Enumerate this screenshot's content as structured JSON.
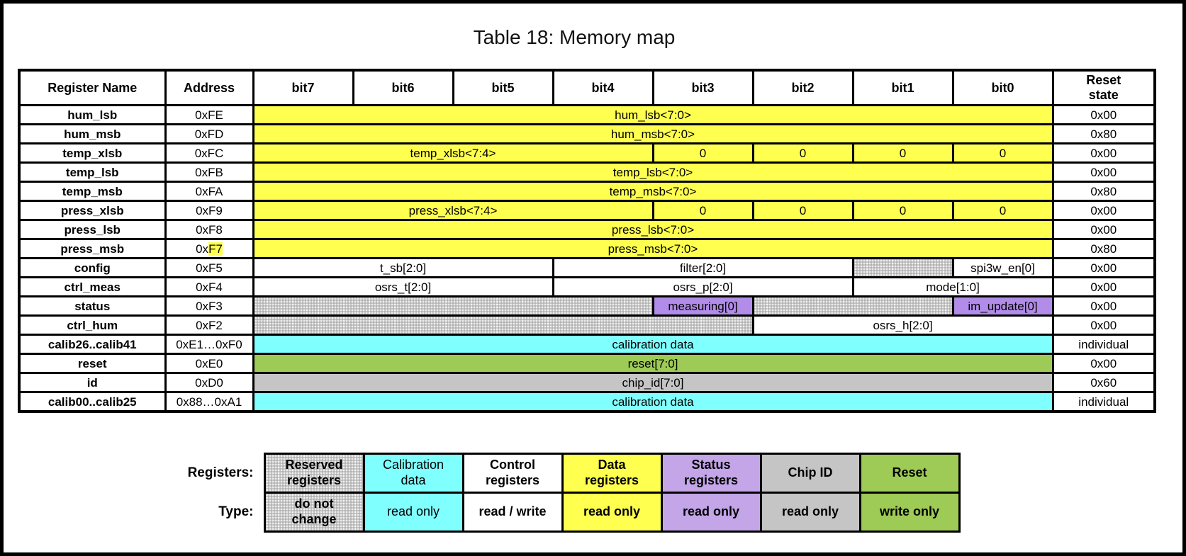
{
  "title": "Table 18: Memory map",
  "table": {
    "headers": [
      "Register Name",
      "Address",
      "bit7",
      "bit6",
      "bit5",
      "bit4",
      "bit3",
      "bit2",
      "bit1",
      "bit0",
      "Reset\nstate"
    ],
    "rows": [
      {
        "name": "hum_lsb",
        "address": "0xFE",
        "reset": "0x00",
        "cells": [
          {
            "label": "hum_lsb<7:0>",
            "span": 8,
            "type": "data"
          }
        ]
      },
      {
        "name": "hum_msb",
        "address": "0xFD",
        "reset": "0x80",
        "cells": [
          {
            "label": "hum_msb<7:0>",
            "span": 8,
            "type": "data"
          }
        ]
      },
      {
        "name": "temp_xlsb",
        "address": "0xFC",
        "reset": "0x00",
        "cells": [
          {
            "label": "temp_xlsb<7:4>",
            "span": 4,
            "type": "data"
          },
          {
            "label": "0",
            "span": 1,
            "type": "data"
          },
          {
            "label": "0",
            "span": 1,
            "type": "data"
          },
          {
            "label": "0",
            "span": 1,
            "type": "data"
          },
          {
            "label": "0",
            "span": 1,
            "type": "data"
          }
        ]
      },
      {
        "name": "temp_lsb",
        "address": "0xFB",
        "reset": "0x00",
        "cells": [
          {
            "label": "temp_lsb<7:0>",
            "span": 8,
            "type": "data"
          }
        ]
      },
      {
        "name": "temp_msb",
        "address": "0xFA",
        "reset": "0x80",
        "cells": [
          {
            "label": "temp_msb<7:0>",
            "span": 8,
            "type": "data"
          }
        ]
      },
      {
        "name": "press_xlsb",
        "address": "0xF9",
        "reset": "0x00",
        "cells": [
          {
            "label": "press_xlsb<7:4>",
            "span": 4,
            "type": "data"
          },
          {
            "label": "0",
            "span": 1,
            "type": "data"
          },
          {
            "label": "0",
            "span": 1,
            "type": "data"
          },
          {
            "label": "0",
            "span": 1,
            "type": "data"
          },
          {
            "label": "0",
            "span": 1,
            "type": "data"
          }
        ]
      },
      {
        "name": "press_lsb",
        "address": "0xF8",
        "reset": "0x00",
        "cells": [
          {
            "label": "press_lsb<7:0>",
            "span": 8,
            "type": "data"
          }
        ]
      },
      {
        "name": "press_msb",
        "address": "0xF7",
        "address_prefix": "0x",
        "address_hl": "F7",
        "reset": "0x80",
        "cells": [
          {
            "label": "press_msb<7:0>",
            "span": 8,
            "type": "data"
          }
        ]
      },
      {
        "name": "config",
        "address": "0xF5",
        "reset": "0x00",
        "cells": [
          {
            "label": "t_sb[2:0]",
            "span": 3,
            "type": "control"
          },
          {
            "label": "filter[2:0]",
            "span": 3,
            "type": "control"
          },
          {
            "label": "",
            "span": 1,
            "type": "reserved"
          },
          {
            "label": "spi3w_en[0]",
            "span": 1,
            "type": "control"
          }
        ]
      },
      {
        "name": "ctrl_meas",
        "address": "0xF4",
        "reset": "0x00",
        "cells": [
          {
            "label": "osrs_t[2:0]",
            "span": 3,
            "type": "control"
          },
          {
            "label": "osrs_p[2:0]",
            "span": 3,
            "type": "control"
          },
          {
            "label": "mode[1:0]",
            "span": 2,
            "type": "control"
          }
        ]
      },
      {
        "name": "status",
        "address": "0xF3",
        "reset": "0x00",
        "cells": [
          {
            "label": "",
            "span": 4,
            "type": "reserved"
          },
          {
            "label": "measuring[0]",
            "span": 1,
            "type": "status"
          },
          {
            "label": "",
            "span": 2,
            "type": "reserved"
          },
          {
            "label": "im_update[0]",
            "span": 1,
            "type": "status"
          }
        ]
      },
      {
        "name": "ctrl_hum",
        "address": "0xF2",
        "reset": "0x00",
        "cells": [
          {
            "label": "",
            "span": 5,
            "type": "reserved"
          },
          {
            "label": "osrs_h[2:0]",
            "span": 3,
            "type": "control"
          }
        ]
      },
      {
        "name": "calib26..calib41",
        "address": "0xE1…0xF0",
        "reset": "individual",
        "cells": [
          {
            "label": "calibration data",
            "span": 8,
            "type": "calib"
          }
        ]
      },
      {
        "name": "reset",
        "address": "0xE0",
        "reset": "0x00",
        "cells": [
          {
            "label": "reset[7:0]",
            "span": 8,
            "type": "reset"
          }
        ]
      },
      {
        "name": "id",
        "address": "0xD0",
        "reset": "0x60",
        "cells": [
          {
            "label": "chip_id[7:0]",
            "span": 8,
            "type": "chipid"
          }
        ]
      },
      {
        "name": "calib00..calib25",
        "address": "0x88…0xA1",
        "reset": "individual",
        "cells": [
          {
            "label": "calibration data",
            "span": 8,
            "type": "calib"
          }
        ]
      }
    ]
  },
  "legend": {
    "registers_label": "Registers:",
    "type_label": "Type:",
    "items": [
      {
        "register": "Reserved\nregisters",
        "type": "do not\nchange",
        "style": "reserved",
        "bold": true
      },
      {
        "register": "Calibration\ndata",
        "type": "read only",
        "style": "calib",
        "bold": false
      },
      {
        "register": "Control\nregisters",
        "type": "read / write",
        "style": "control",
        "bold": true
      },
      {
        "register": "Data\nregisters",
        "type": "read only",
        "style": "data",
        "bold": true
      },
      {
        "register": "Status\nregisters",
        "type": "read only",
        "style": "status-legend",
        "bold": true
      },
      {
        "register": "Chip ID",
        "type": "read only",
        "style": "chipid",
        "bold": true
      },
      {
        "register": "Reset",
        "type": "write only",
        "style": "reset",
        "bold": true
      }
    ]
  },
  "colors": {
    "data_registers": "#ffff4f",
    "calibration": "#80ffff",
    "status_cells": "#b18ce8",
    "status_legend": "#c3a5e8",
    "chip_id": "#c5c5c5",
    "reset": "#9ecb55",
    "control": "#ffffff",
    "hatch_line": "#a0a0a0",
    "hatch_bg": "#ececec",
    "address_highlight": "#ffff4f",
    "border": "#000000"
  }
}
